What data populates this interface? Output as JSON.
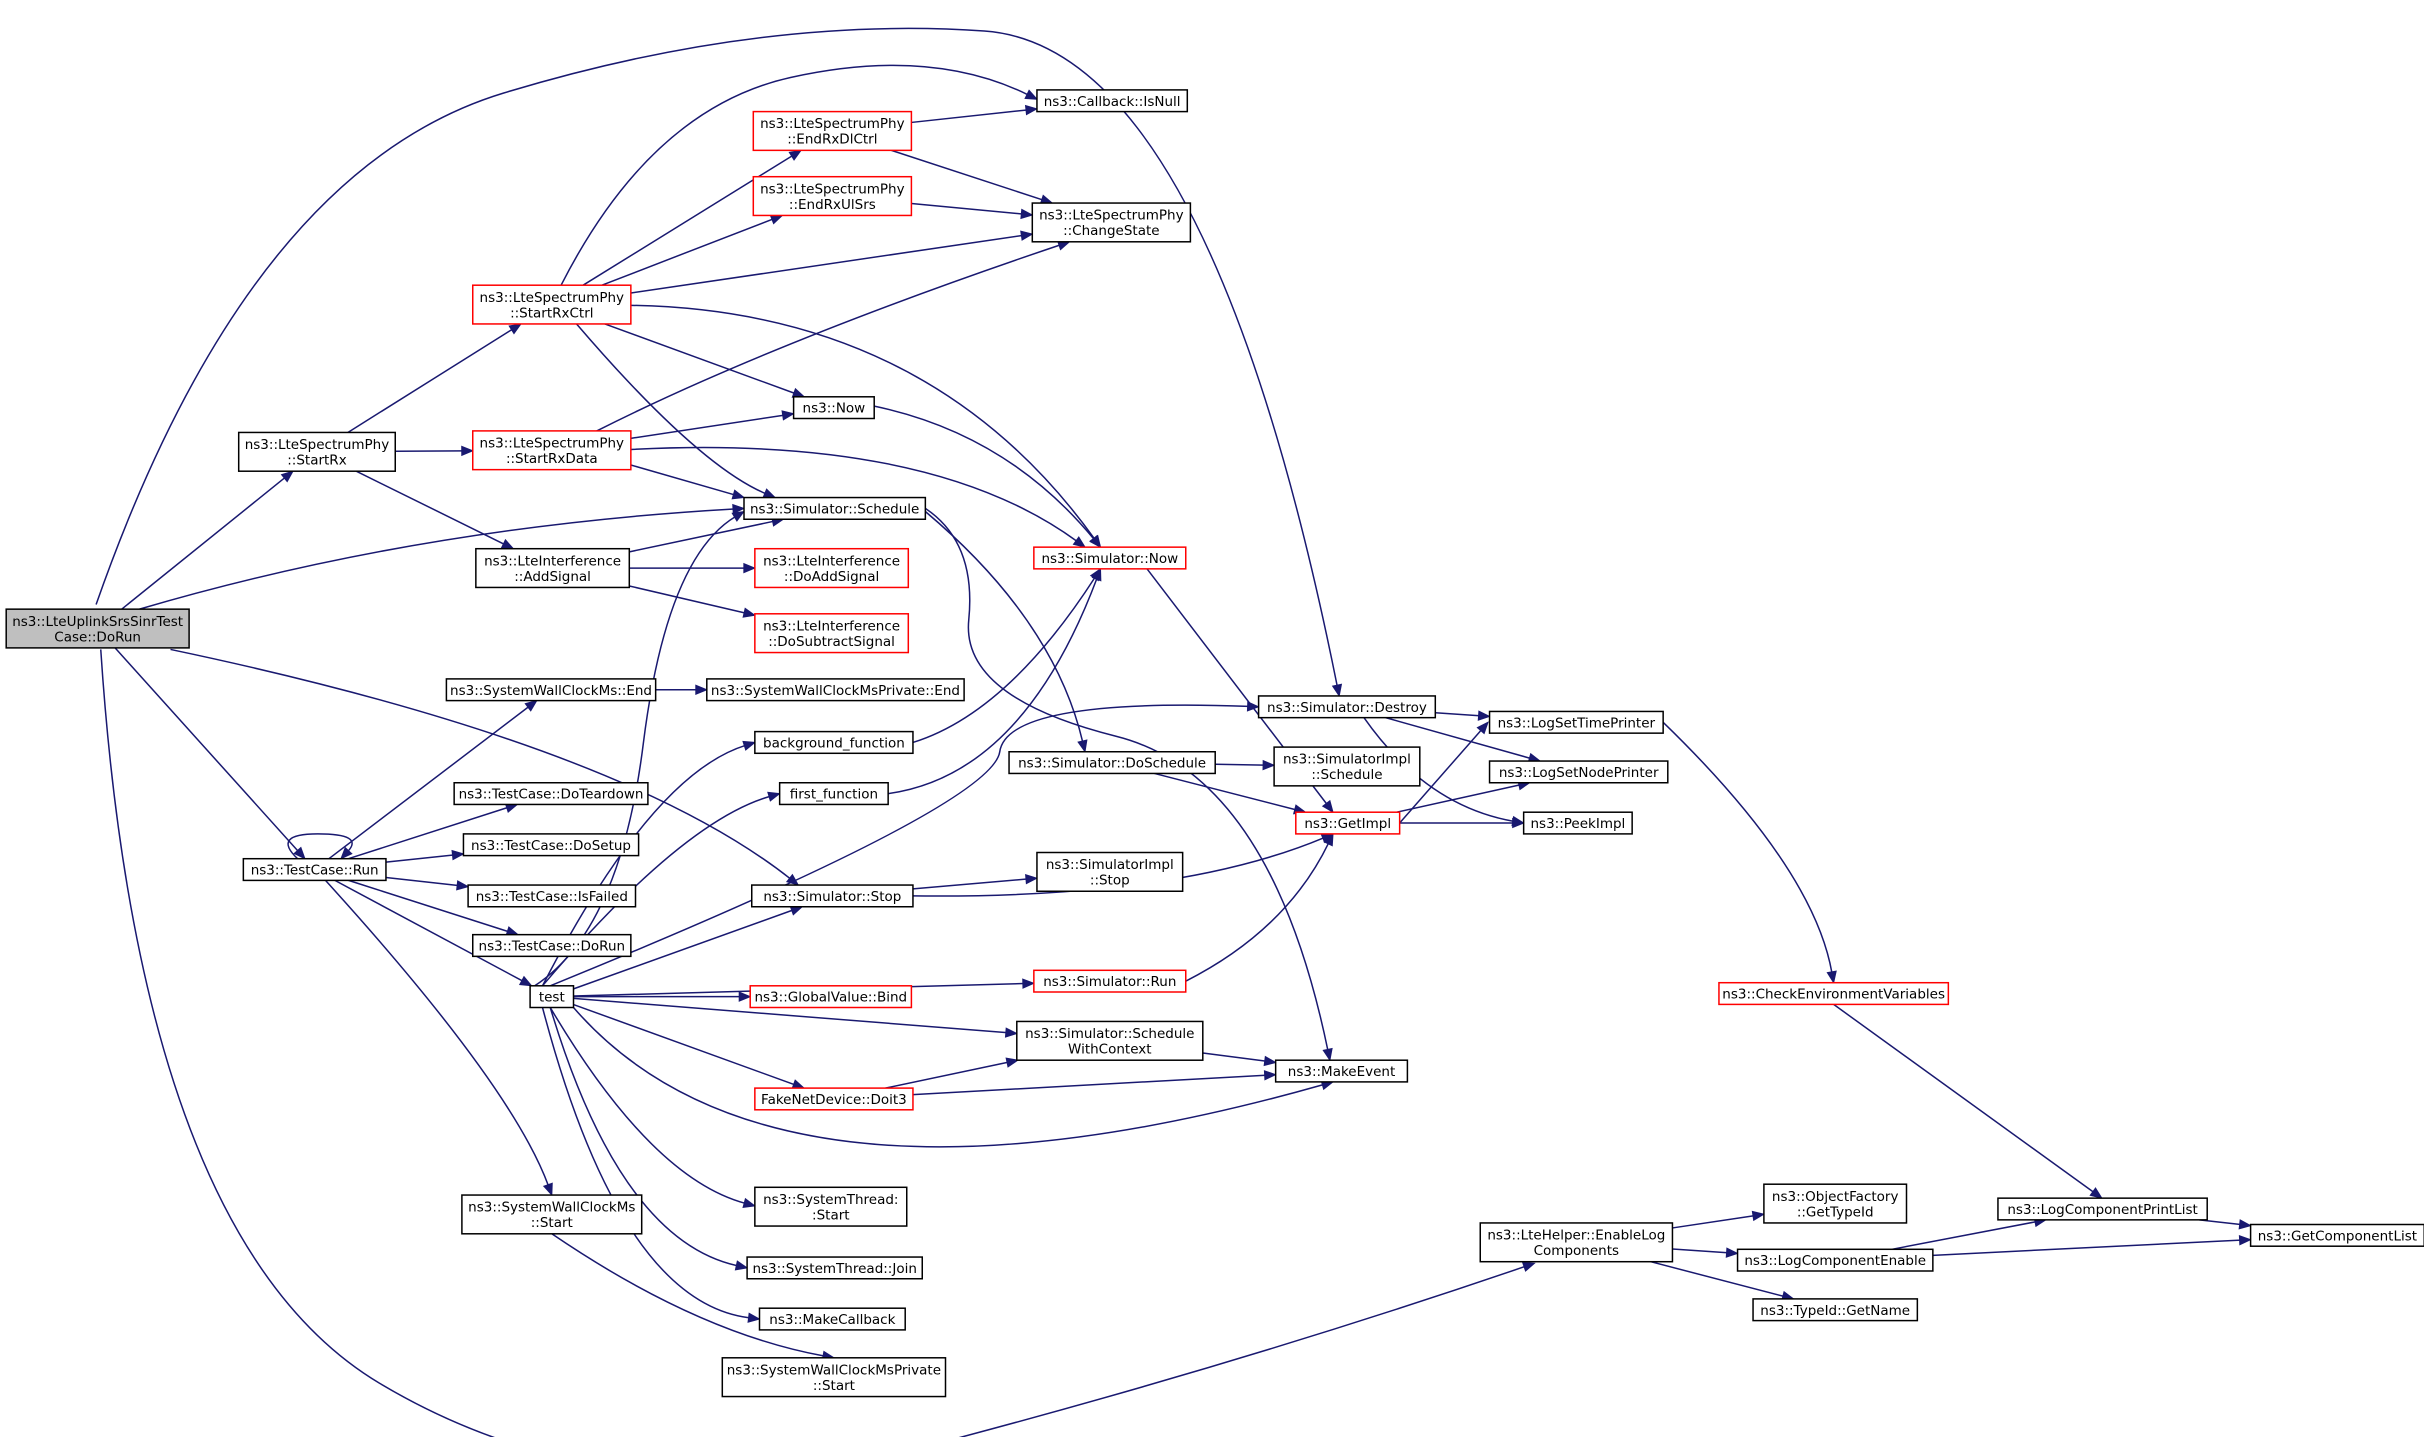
{
  "graph": {
    "colors": {
      "edge": "#191970",
      "normal_border": "#000000",
      "truncated_border": "#ff0000",
      "root_fill": "#bfbfbf",
      "node_fill": "#ffffff"
    },
    "nodes": [
      {
        "id": "root",
        "lines": [
          "ns3::LteUplinkSrsSinrTest",
          "Case::DoRun"
        ],
        "style": "root"
      },
      {
        "id": "startrx",
        "lines": [
          "ns3::LteSpectrumPhy",
          "::StartRx"
        ],
        "style": "normal"
      },
      {
        "id": "testrun",
        "lines": [
          "ns3::TestCase::Run"
        ],
        "style": "normal"
      },
      {
        "id": "startrxctrl",
        "lines": [
          "ns3::LteSpectrumPhy",
          "::StartRxCtrl"
        ],
        "style": "truncated"
      },
      {
        "id": "startrxdata",
        "lines": [
          "ns3::LteSpectrumPhy",
          "::StartRxData"
        ],
        "style": "truncated"
      },
      {
        "id": "addsignal",
        "lines": [
          "ns3::LteInterference",
          "::AddSignal"
        ],
        "style": "normal"
      },
      {
        "id": "swcend",
        "lines": [
          "ns3::SystemWallClockMs::End"
        ],
        "style": "normal"
      },
      {
        "id": "teardown",
        "lines": [
          "ns3::TestCase::DoTeardown"
        ],
        "style": "normal"
      },
      {
        "id": "setup",
        "lines": [
          "ns3::TestCase::DoSetup"
        ],
        "style": "normal"
      },
      {
        "id": "isfailed",
        "lines": [
          "ns3::TestCase::IsFailed"
        ],
        "style": "normal"
      },
      {
        "id": "tcdorun",
        "lines": [
          "ns3::TestCase::DoRun"
        ],
        "style": "normal"
      },
      {
        "id": "test",
        "lines": [
          "test"
        ],
        "style": "normal"
      },
      {
        "id": "swcstart",
        "lines": [
          "ns3::SystemWallClockMs",
          "::Start"
        ],
        "style": "normal"
      },
      {
        "id": "endrxdl",
        "lines": [
          "ns3::LteSpectrumPhy",
          "::EndRxDlCtrl"
        ],
        "style": "truncated"
      },
      {
        "id": "endrxul",
        "lines": [
          "ns3::LteSpectrumPhy",
          "::EndRxUlSrs"
        ],
        "style": "truncated"
      },
      {
        "id": "now",
        "lines": [
          "ns3::Now"
        ],
        "style": "normal"
      },
      {
        "id": "schedule",
        "lines": [
          "ns3::Simulator::Schedule"
        ],
        "style": "normal"
      },
      {
        "id": "doadd",
        "lines": [
          "ns3::LteInterference",
          "::DoAddSignal"
        ],
        "style": "truncated"
      },
      {
        "id": "dosub",
        "lines": [
          "ns3::LteInterference",
          "::DoSubtractSignal"
        ],
        "style": "truncated"
      },
      {
        "id": "swcpend",
        "lines": [
          "ns3::SystemWallClockMsPrivate::End"
        ],
        "style": "normal"
      },
      {
        "id": "bgfunc",
        "lines": [
          "background_function"
        ],
        "style": "normal"
      },
      {
        "id": "firstfunc",
        "lines": [
          "first_function"
        ],
        "style": "normal"
      },
      {
        "id": "simstop",
        "lines": [
          "ns3::Simulator::Stop"
        ],
        "style": "normal"
      },
      {
        "id": "gvbind",
        "lines": [
          "ns3::GlobalValue::Bind"
        ],
        "style": "truncated"
      },
      {
        "id": "doit3",
        "lines": [
          "FakeNetDevice::Doit3"
        ],
        "style": "truncated"
      },
      {
        "id": "thstart",
        "lines": [
          "ns3::SystemThread:",
          ":Start"
        ],
        "style": "normal"
      },
      {
        "id": "thjoin",
        "lines": [
          "ns3::SystemThread::Join"
        ],
        "style": "normal"
      },
      {
        "id": "mkcb",
        "lines": [
          "ns3::MakeCallback"
        ],
        "style": "normal"
      },
      {
        "id": "swcpstart",
        "lines": [
          "ns3::SystemWallClockMsPrivate",
          "::Start"
        ],
        "style": "normal"
      },
      {
        "id": "isnull",
        "lines": [
          "ns3::Callback::IsNull"
        ],
        "style": "normal"
      },
      {
        "id": "chstate",
        "lines": [
          "ns3::LteSpectrumPhy",
          "::ChangeState"
        ],
        "style": "normal"
      },
      {
        "id": "simnow",
        "lines": [
          "ns3::Simulator::Now"
        ],
        "style": "truncated"
      },
      {
        "id": "dosched",
        "lines": [
          "ns3::Simulator::DoSchedule"
        ],
        "style": "normal"
      },
      {
        "id": "implstop",
        "lines": [
          "ns3::SimulatorImpl",
          "::Stop"
        ],
        "style": "normal"
      },
      {
        "id": "simrun",
        "lines": [
          "ns3::Simulator::Run"
        ],
        "style": "truncated"
      },
      {
        "id": "schedctx",
        "lines": [
          "ns3::Simulator::Schedule",
          "WithContext"
        ],
        "style": "normal"
      },
      {
        "id": "destroy",
        "lines": [
          "ns3::Simulator::Destroy"
        ],
        "style": "normal"
      },
      {
        "id": "implsched",
        "lines": [
          "ns3::SimulatorImpl",
          "::Schedule"
        ],
        "style": "normal"
      },
      {
        "id": "getimpl",
        "lines": [
          "ns3::GetImpl"
        ],
        "style": "truncated"
      },
      {
        "id": "mkevent",
        "lines": [
          "ns3::MakeEvent"
        ],
        "style": "normal"
      },
      {
        "id": "logtime",
        "lines": [
          "ns3::LogSetTimePrinter"
        ],
        "style": "normal"
      },
      {
        "id": "lognode",
        "lines": [
          "ns3::LogSetNodePrinter"
        ],
        "style": "normal"
      },
      {
        "id": "peek",
        "lines": [
          "ns3::PeekImpl"
        ],
        "style": "normal"
      },
      {
        "id": "checkenv",
        "lines": [
          "ns3::CheckEnvironmentVariables"
        ],
        "style": "truncated"
      },
      {
        "id": "enablelog",
        "lines": [
          "ns3::LteHelper::EnableLog",
          "Components"
        ],
        "style": "normal"
      },
      {
        "id": "gettypeid",
        "lines": [
          "ns3::ObjectFactory",
          "::GetTypeId"
        ],
        "style": "normal"
      },
      {
        "id": "logenable",
        "lines": [
          "ns3::LogComponentEnable"
        ],
        "style": "normal"
      },
      {
        "id": "typeidname",
        "lines": [
          "ns3::TypeId::GetName"
        ],
        "style": "normal"
      },
      {
        "id": "printlist",
        "lines": [
          "ns3::LogComponentPrintList"
        ],
        "style": "normal"
      },
      {
        "id": "complist",
        "lines": [
          "ns3::GetComponentList"
        ],
        "style": "normal"
      }
    ],
    "edges": [
      [
        "root",
        "startrx"
      ],
      [
        "root",
        "testrun"
      ],
      [
        "root",
        "schedule"
      ],
      [
        "root",
        "simstop"
      ],
      [
        "root",
        "destroy"
      ],
      [
        "root",
        "enablelog"
      ],
      [
        "startrx",
        "startrxctrl"
      ],
      [
        "startrx",
        "startrxdata"
      ],
      [
        "startrx",
        "addsignal"
      ],
      [
        "startrxctrl",
        "isnull"
      ],
      [
        "startrxctrl",
        "endrxdl"
      ],
      [
        "startrxctrl",
        "endrxul"
      ],
      [
        "startrxctrl",
        "chstate"
      ],
      [
        "startrxctrl",
        "now"
      ],
      [
        "startrxctrl",
        "schedule"
      ],
      [
        "startrxctrl",
        "simnow"
      ],
      [
        "startrxdata",
        "chstate"
      ],
      [
        "startrxdata",
        "now"
      ],
      [
        "startrxdata",
        "schedule"
      ],
      [
        "startrxdata",
        "simnow"
      ],
      [
        "endrxdl",
        "isnull"
      ],
      [
        "endrxdl",
        "chstate"
      ],
      [
        "endrxul",
        "chstate"
      ],
      [
        "now",
        "simnow"
      ],
      [
        "addsignal",
        "schedule"
      ],
      [
        "addsignal",
        "doadd"
      ],
      [
        "addsignal",
        "dosub"
      ],
      [
        "schedule",
        "dosched"
      ],
      [
        "schedule",
        "mkevent"
      ],
      [
        "simnow",
        "getimpl"
      ],
      [
        "dosched",
        "implsched"
      ],
      [
        "dosched",
        "getimpl"
      ],
      [
        "testrun",
        "testrun"
      ],
      [
        "testrun",
        "swcend"
      ],
      [
        "testrun",
        "teardown"
      ],
      [
        "testrun",
        "setup"
      ],
      [
        "testrun",
        "isfailed"
      ],
      [
        "testrun",
        "tcdorun"
      ],
      [
        "testrun",
        "test"
      ],
      [
        "testrun",
        "swcstart"
      ],
      [
        "swcend",
        "swcpend"
      ],
      [
        "swcstart",
        "swcpstart"
      ],
      [
        "test",
        "schedule"
      ],
      [
        "test",
        "bgfunc"
      ],
      [
        "test",
        "firstfunc"
      ],
      [
        "test",
        "destroy"
      ],
      [
        "test",
        "simstop"
      ],
      [
        "test",
        "simrun"
      ],
      [
        "test",
        "gvbind"
      ],
      [
        "test",
        "schedctx"
      ],
      [
        "test",
        "doit3"
      ],
      [
        "test",
        "mkevent"
      ],
      [
        "test",
        "thstart"
      ],
      [
        "test",
        "thjoin"
      ],
      [
        "test",
        "mkcb"
      ],
      [
        "bgfunc",
        "simnow"
      ],
      [
        "firstfunc",
        "simnow"
      ],
      [
        "simstop",
        "implstop"
      ],
      [
        "simstop",
        "getimpl"
      ],
      [
        "simrun",
        "getimpl"
      ],
      [
        "doit3",
        "schedctx"
      ],
      [
        "doit3",
        "mkevent"
      ],
      [
        "schedctx",
        "mkevent"
      ],
      [
        "destroy",
        "logtime"
      ],
      [
        "destroy",
        "lognode"
      ],
      [
        "destroy",
        "peek"
      ],
      [
        "getimpl",
        "logtime"
      ],
      [
        "getimpl",
        "lognode"
      ],
      [
        "getimpl",
        "peek"
      ],
      [
        "logtime",
        "checkenv"
      ],
      [
        "checkenv",
        "printlist"
      ],
      [
        "enablelog",
        "gettypeid"
      ],
      [
        "enablelog",
        "logenable"
      ],
      [
        "enablelog",
        "typeidname"
      ],
      [
        "logenable",
        "printlist"
      ],
      [
        "logenable",
        "complist"
      ],
      [
        "printlist",
        "complist"
      ]
    ]
  }
}
